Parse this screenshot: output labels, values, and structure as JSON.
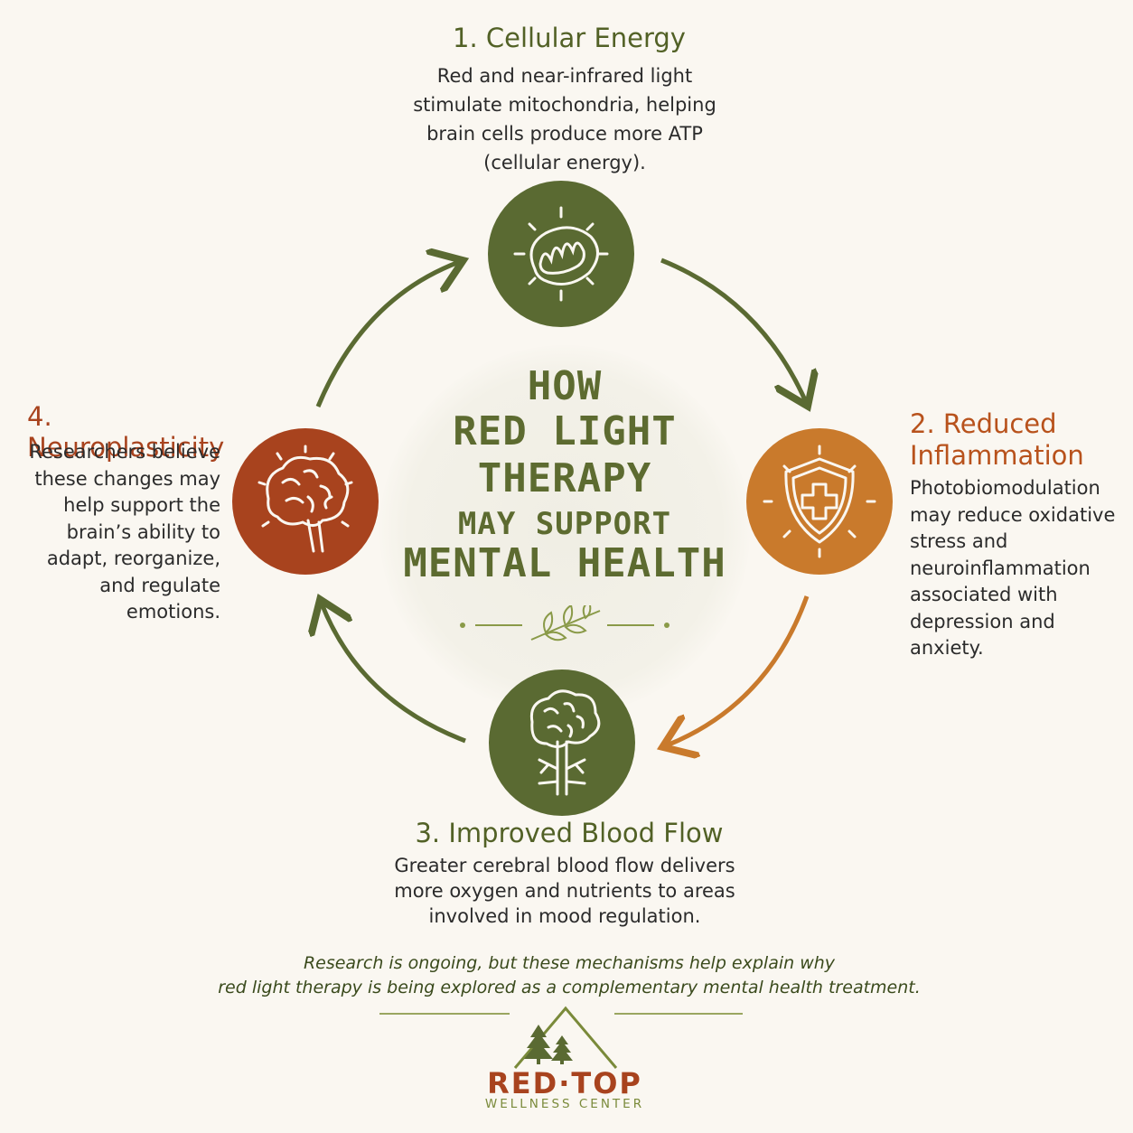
{
  "title": {
    "line1": "HOW",
    "line2": "RED LIGHT",
    "line3": "THERAPY",
    "line4": "MAY SUPPORT",
    "line5": "MENTAL HEALTH"
  },
  "steps": [
    {
      "heading": "1. Cellular Energy",
      "lines": [
        "Red and near-infrared light",
        "stimulate mitochondria, helping",
        "brain cells produce more ATP",
        "(cellular energy)."
      ],
      "icon": "mitochondria-icon"
    },
    {
      "heading_line1": "2. Reduced",
      "heading_line2": "Inflammation",
      "lines": [
        "Photobiomodulation",
        "may reduce oxidative",
        "stress and",
        "neuroinflammation",
        "associated with",
        "depression and",
        "anxiety."
      ],
      "icon": "shield-cross-icon"
    },
    {
      "heading": "3. Improved Blood Flow",
      "lines": [
        "Greater cerebral blood flow delivers",
        "more oxygen and nutrients to areas",
        "involved in mood regulation."
      ],
      "icon": "brain-vessels-icon"
    },
    {
      "heading": "4. Neuroplasticity",
      "lines": [
        "Researchers believe",
        "these changes may",
        "help support the",
        "brain’s ability to",
        "adapt, reorganize,",
        "and regulate",
        "emotions."
      ],
      "icon": "brain-icon"
    }
  ],
  "footnote": {
    "line1": "Research is ongoing, but these mechanisms help explain why",
    "line2": "red light therapy is being explored as a complementary mental health treatment."
  },
  "brand": {
    "name": "RED·TOP",
    "sub": "WELLNESS CENTER"
  },
  "colors": {
    "green": "#5a6a32",
    "orange": "#c97a2c",
    "red": "#a8431e",
    "background": "#faf7f1"
  }
}
